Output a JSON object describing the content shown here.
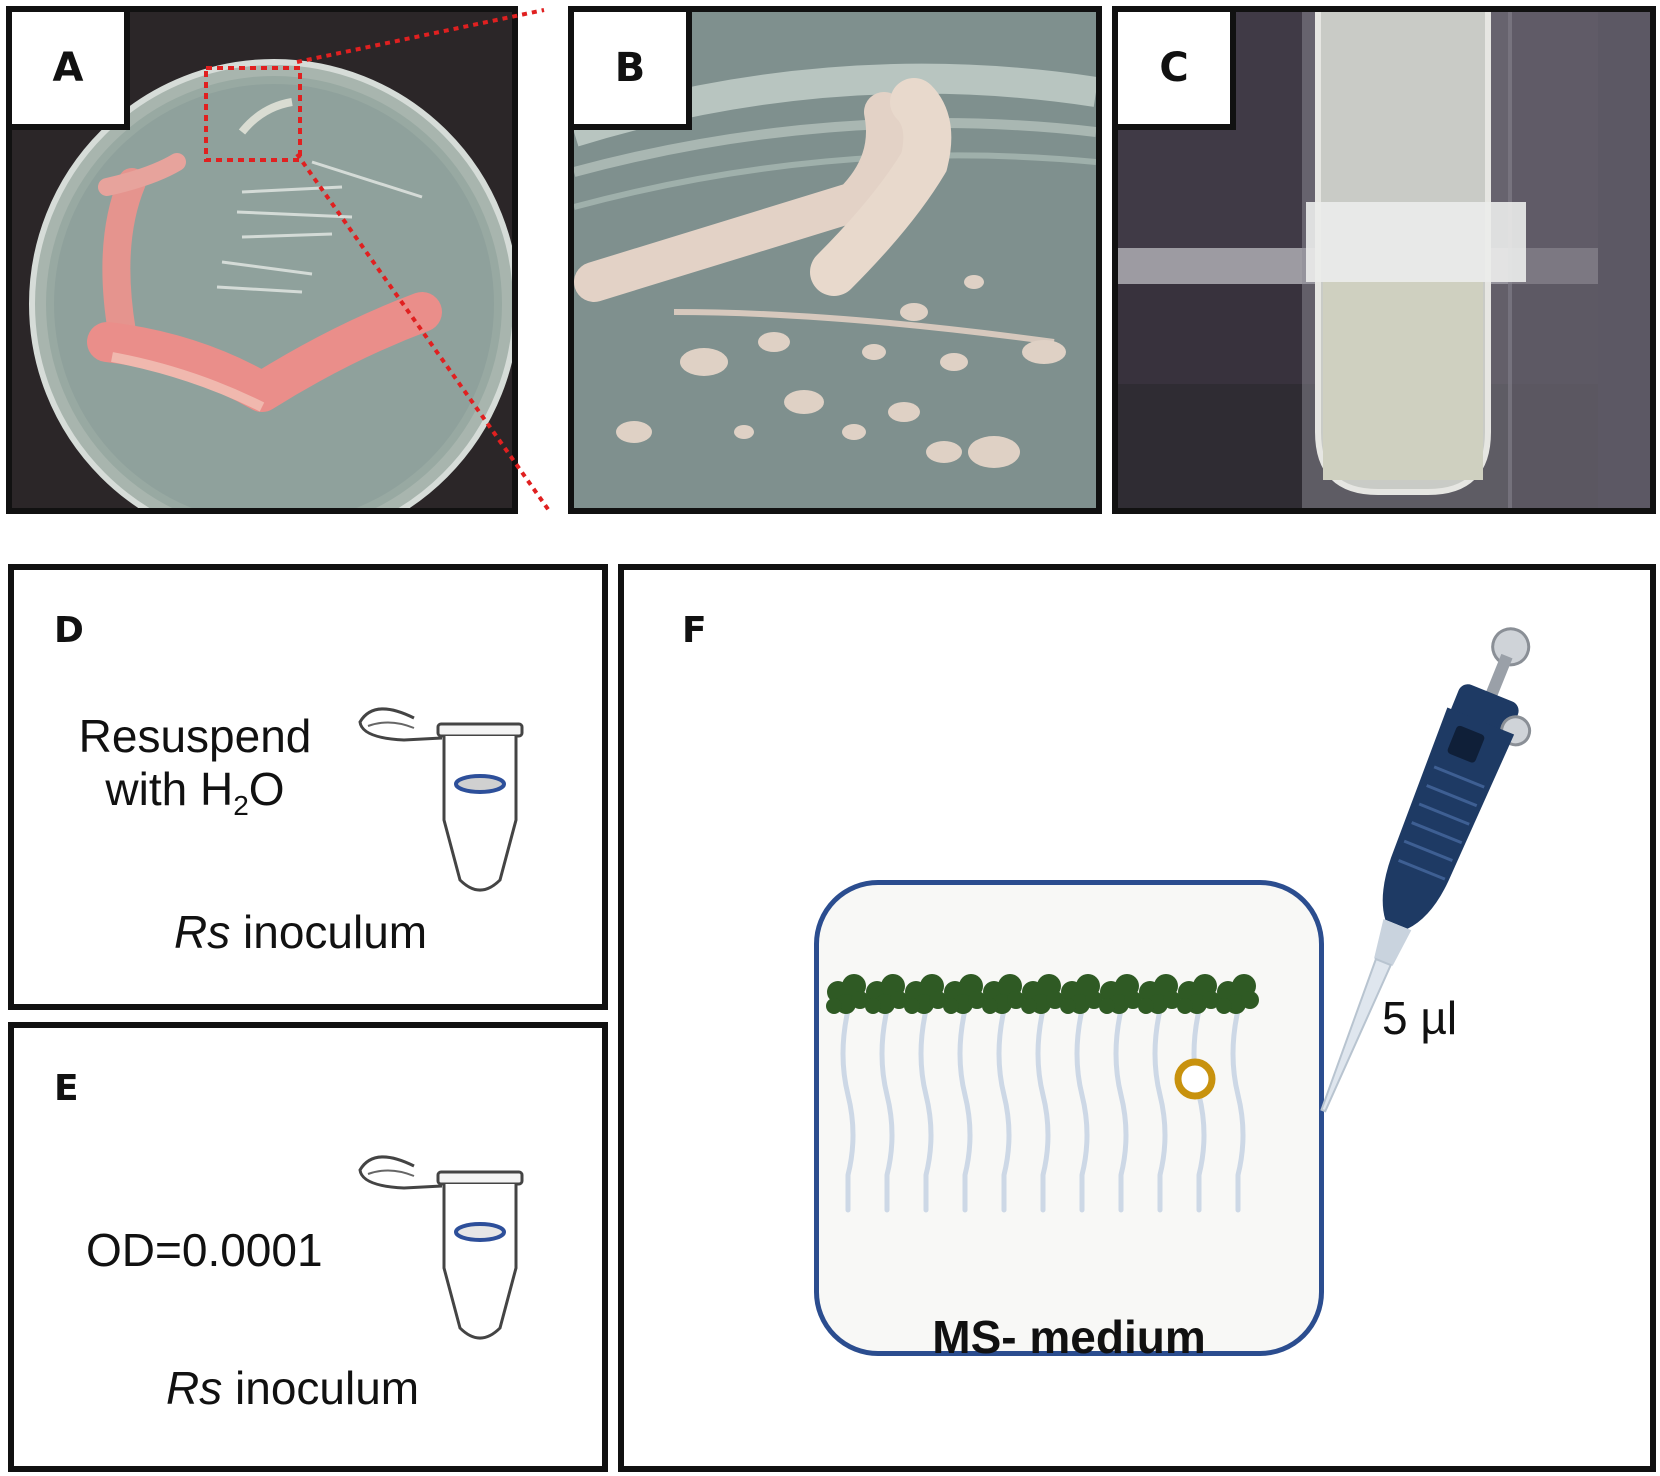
{
  "panels": {
    "A": {
      "label": "A"
    },
    "B": {
      "label": "B"
    },
    "C": {
      "label": "C"
    },
    "D": {
      "label": "D",
      "line1": "Resuspend",
      "line2_prefix": "with H",
      "line2_sub": "2",
      "line2_suffix": "O",
      "caption_italic": "Rs",
      "caption_rest": " inoculum"
    },
    "E": {
      "label": "E",
      "od_text": "OD=0.0001",
      "caption_italic": "Rs",
      "caption_rest": " inoculum"
    },
    "F": {
      "label": "F",
      "medium_label": "MS- medium",
      "volume_label": "5 µl"
    }
  },
  "colors": {
    "border": "#111111",
    "highlight": "#e02020",
    "plate_outline": "#2b4d8f",
    "seedling_leaf": "#2f5a24",
    "root": "#cdd8e6",
    "droplet": "#c8920e",
    "pipette_body": "#1e3a64",
    "tube_liquid": "#2d4f9a"
  },
  "icons": [
    "petri-dish-photo",
    "colony-closeup-photo",
    "culture-tube-photo",
    "microcentrifuge-tube-icon",
    "seedling-icon",
    "pipette-icon"
  ]
}
